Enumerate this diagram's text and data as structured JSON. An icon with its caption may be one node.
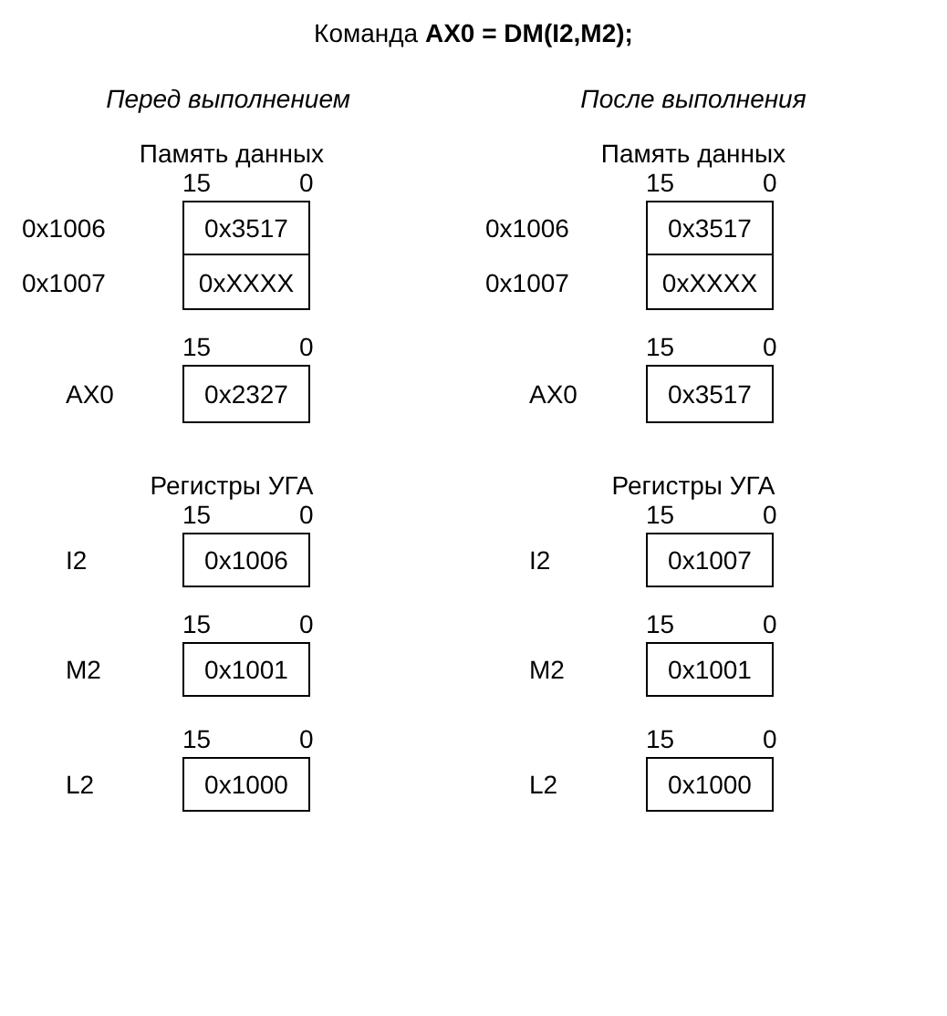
{
  "diagram": {
    "title": "Команда **AX0 = DM(I2,M2);**",
    "nodes": [
      {
        "text": [
          "0x3517"
        ],
        "beside": [
          "0x1006"
        ]
      },
      {
        "text": [
          "0x3517"
        ],
        "beside": [
          "0x1006"
        ]
      },
      {
        "text": [
          "0xXXXX"
        ],
        "beside": [
          "0x1007"
        ]
      },
      {
        "text": [
          "0xXXXX"
        ],
        "beside": [
          "0x1007"
        ]
      },
      {
        "text": [
          "0x2327"
        ],
        "beside": [
          "AX0"
        ]
      },
      {
        "text": [
          "0x3517"
        ],
        "beside": [
          "AX0"
        ]
      },
      {
        "text": [
          "0x1006"
        ],
        "beside": [
          "I2"
        ]
      },
      {
        "text": [
          "0x1007"
        ],
        "beside": [
          "I2"
        ]
      },
      {
        "text": [
          "0x1001"
        ],
        "beside": [
          "M2"
        ]
      },
      {
        "text": [
          "0x1001"
        ],
        "beside": [
          "M2"
        ]
      },
      {
        "text": [
          "0x1000"
        ],
        "beside": [
          "L2"
        ]
      },
      {
        "text": [
          "0x1000"
        ],
        "beside": [
          "L2"
        ]
      }
    ],
    "labels": [
      "Перед выполнением",
      "После выполнения",
      "Память данных",
      "Память данных",
      "15",
      "0",
      "15",
      "0",
      "15",
      "0",
      "15",
      "0",
      "Регистры УГА",
      "Регистры УГА",
      "15",
      "0",
      "15",
      "0",
      "15",
      "0",
      "15",
      "0",
      "15",
      "0",
      "15",
      "0"
    ]
  }
}
